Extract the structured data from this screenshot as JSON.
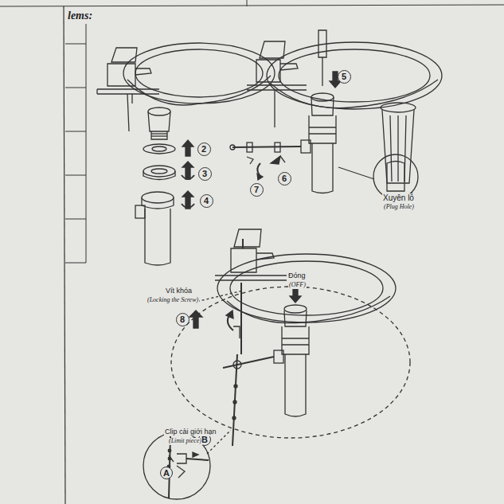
{
  "diagram": {
    "nodes": [
      {
        "text": [
          "2"
        ]
      },
      {
        "text": [
          "3"
        ]
      },
      {
        "text": [
          "4"
        ]
      },
      {
        "text": [
          "5"
        ]
      },
      {
        "text": [
          "7"
        ]
      },
      {
        "text": [
          "6"
        ]
      },
      {
        "text": [
          "8"
        ]
      },
      {
        "text": [
          "B"
        ]
      },
      {
        "text": [
          "A"
        ]
      }
    ],
    "labels": [
      "lems:",
      "Xuyên lỗ",
      "(Plug Hole)",
      "Vít khóa",
      "(Locking the Screw)",
      "Đóng",
      "(OFF)",
      "Clip cài giới hạn",
      "(Limit piece)"
    ]
  }
}
